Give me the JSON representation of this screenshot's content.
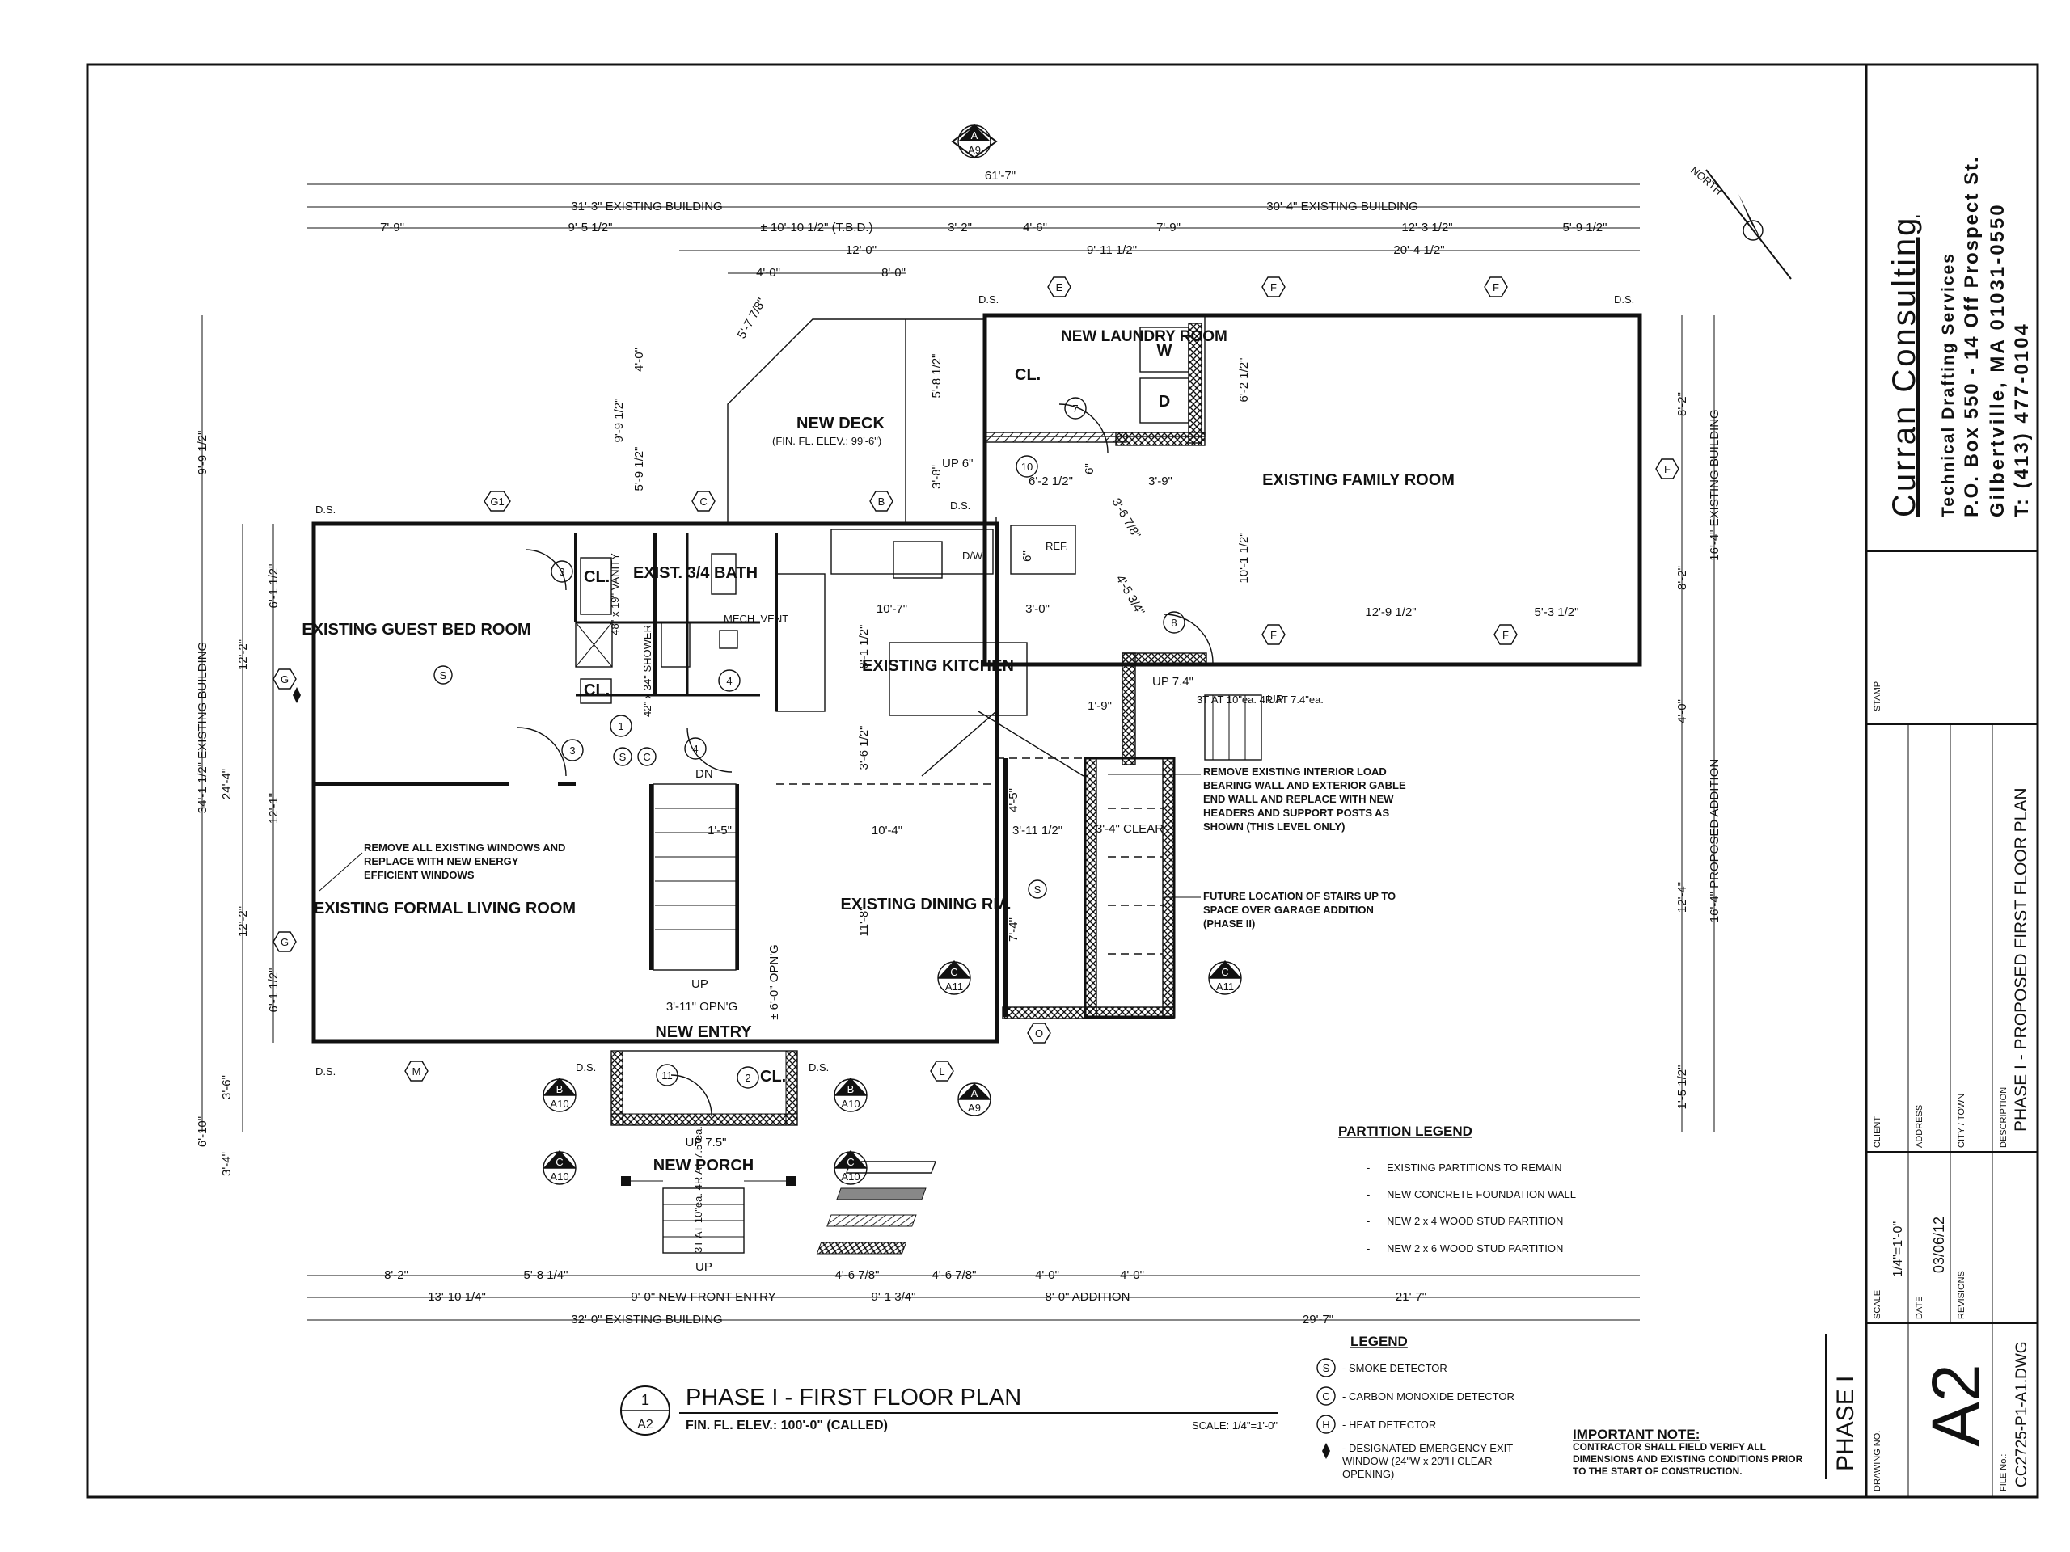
{
  "title_block": {
    "company": "Curran Consulting",
    "services": "Technical Drafting Services",
    "address1": "P.O. Box 550 - 14 Off Prospect St.",
    "address2": "Gilbertville, MA 01031-0550",
    "phone": "T: (413) 477-0104",
    "stamp_label": "STAMP",
    "client_label": "CLIENT",
    "address_label": "ADDRESS",
    "city_label": "CITY / TOWN",
    "description_label": "DESCRIPTION",
    "description": "PHASE I - PROPOSED FIRST FLOOR PLAN",
    "scale_label": "SCALE",
    "scale": "1/4\"=1'-0\"",
    "date_label": "DATE",
    "date": "03/06/12",
    "revisions_label": "REVISIONS",
    "drawing_no_label": "DRAWING NO.",
    "drawing_no": "A2",
    "file_no_label": "FILE No.:",
    "file_no": "CC2725-P1-A1.DWG",
    "phase": "PHASE I"
  },
  "plan_title": {
    "number": "1",
    "sheet": "A2",
    "title": "PHASE I - FIRST FLOOR PLAN",
    "subtitle": "FIN. FL. ELEV.: 100'-0\" (CALLED)",
    "scale": "SCALE: 1/4\"=1'-0\""
  },
  "north_label": "NORTH",
  "rooms": {
    "laundry": "NEW LAUNDRY ROOM",
    "deck": "NEW DECK",
    "deck_elev": "(FIN. FL. ELEV.: 99'-6\")",
    "family": "EXISTING FAMILY ROOM",
    "guest": "EXISTING GUEST BED ROOM",
    "bath": "EXIST. 3/4 BATH",
    "kitchen": "EXISTING KITCHEN",
    "living": "EXISTING FORMAL LIVING ROOM",
    "dining": "EXISTING DINING RM.",
    "entry": "NEW ENTRY",
    "porch": "NEW PORCH",
    "mech": "MECH. VENT",
    "clear": "3'-4\" CLEAR"
  },
  "top_dims": {
    "overall": "61'-7\"",
    "left_bldg": "31'-3\" EXISTING BUILDING",
    "right_bldg": "30'-4\" EXISTING BUILDING",
    "row2": [
      "7'-9\"",
      "9'-5 1/2\"",
      "± 10'-10 1/2\" (T.B.D.)",
      "3'-2\"",
      "4'-6\"",
      "7'-9\"",
      "12'-3 1/2\"",
      "5'-9 1/2\""
    ],
    "row3": [
      "12'-0\"",
      "9'-11 1/2\"",
      "20'-4 1/2\""
    ],
    "row4": [
      "4'-0\"",
      "8'-0\""
    ]
  },
  "bottom_dims": {
    "row1": [
      "8'-2\"",
      "5'-8 1/4\"",
      "4'-6 7/8\"",
      "4'-6 7/8\"",
      "4'-0\"",
      "4'-0\""
    ],
    "row2": [
      "13'-10 1/4\"",
      "9'-0\" NEW FRONT ENTRY",
      "9'-1 3/4\"",
      "8'-0\" ADDITION",
      "21'-7\""
    ],
    "row3": [
      "32'-0\" EXISTING BUILDING",
      "29'-7\""
    ]
  },
  "left_dims": [
    "9'-9 1/2\"",
    "34'-1 1/2\" EXISTING BUILDING",
    "6'-1 1/2\"",
    "12'-2\"",
    "24'-4\"",
    "12'-1\"",
    "12'-2\"",
    "6'-1 1/2\"",
    "3'-6\"",
    "6'-10\"",
    "3'-4\"",
    "4'-0\"",
    "9'-9 1/2\"",
    "5'-9 1/2\""
  ],
  "right_dims": [
    "8'-2\"",
    "16'-4\" EXISTING BUILDING",
    "8'-2\"",
    "4'-0\"",
    "12'-4\"",
    "16'-4\" PROPOSED ADDITION",
    "1'-5 1/2\""
  ],
  "inner_dims": [
    "5'-7 7/8\"",
    "5'-8 1/2\"",
    "3'-8\"",
    "UP 6\"",
    "6\"",
    "6'-2 1/2\"",
    "3'-9\"",
    "3'-6 7/8\"",
    "6'-2 1/2\"",
    "10'-1 1/2\"",
    "4'-5 3/4\"",
    "10'-7\"",
    "3'-0\"",
    "8'-1 1/2\"",
    "12'-9 1/2\"",
    "5'-3 1/2\"",
    "1'-9\"",
    "3'-6 1/2\"",
    "1'-5\"",
    "10'-4\"",
    "3'-11 1/2\"",
    "4'-5\"",
    "11'-8\"",
    "7'-4\"",
    "3'-11\" OPN'G",
    "± 6'-0\" OPN'G",
    "UP 7.5\"",
    "UP 7.4\"",
    "6\""
  ],
  "fixtures": {
    "washer": "W",
    "dryer": "D",
    "closet": "CL.",
    "ref": "REF.",
    "dw": "D/W",
    "vanity": "48\" x 19\" VANITY",
    "shower": "42\" x 34\" SHOWER",
    "dn": "DN",
    "up": "UP",
    "ds": "D.S.",
    "stair_rear": "3T AT 10\"ea. 4R AT 7.4\"ea.",
    "stair_front": "3T AT 10\"ea. 4R AT 7.5\"ea."
  },
  "notes": {
    "remove_wall": "REMOVE EXISTING INTERIOR LOAD BEARING WALL AND EXTERIOR GABLE END WALL AND REPLACE WITH NEW HEADERS AND SUPPORT POSTS AS SHOWN (THIS LEVEL ONLY)",
    "future_stairs": "FUTURE LOCATION OF STAIRS UP TO SPACE OVER GARAGE ADDITION (PHASE II)",
    "windows": "REMOVE ALL EXISTING WINDOWS AND REPLACE WITH NEW ENERGY EFFICIENT WINDOWS"
  },
  "partition_legend": {
    "title": "PARTITION LEGEND",
    "items": [
      "EXISTING PARTITIONS TO REMAIN",
      "NEW CONCRETE FOUNDATION WALL",
      "NEW 2 x 4 WOOD STUD PARTITION",
      "NEW 2 x 6 WOOD STUD PARTITION"
    ]
  },
  "legend": {
    "title": "LEGEND",
    "items": [
      {
        "sym": "S",
        "text": "- SMOKE DETECTOR"
      },
      {
        "sym": "C",
        "text": "- CARBON MONOXIDE DETECTOR"
      },
      {
        "sym": "H",
        "text": "- HEAT DETECTOR"
      },
      {
        "sym": "",
        "text": "- DESIGNATED EMERGENCY EXIT WINDOW (24\"W x 20\"H CLEAR OPENING)"
      }
    ]
  },
  "important": {
    "title": "IMPORTANT NOTE:",
    "text": "CONTRACTOR SHALL FIELD VERIFY ALL DIMENSIONS AND EXISTING CONDITIONS PRIOR TO THE START OF CONSTRUCTION."
  },
  "section_marks": {
    "a": "A",
    "a9": "A9",
    "b": "B",
    "a10": "A10",
    "c": "C",
    "a11": "A11"
  },
  "window_tags": [
    "E",
    "F",
    "F",
    "F",
    "F",
    "F",
    "G1",
    "C",
    "B",
    "G",
    "G",
    "M",
    "L",
    "O"
  ],
  "door_tags": [
    "7",
    "10",
    "8",
    "3",
    "3",
    "1",
    "4",
    "4",
    "11",
    "2"
  ],
  "detector_tags": [
    "S",
    "S",
    "C",
    "S"
  ]
}
